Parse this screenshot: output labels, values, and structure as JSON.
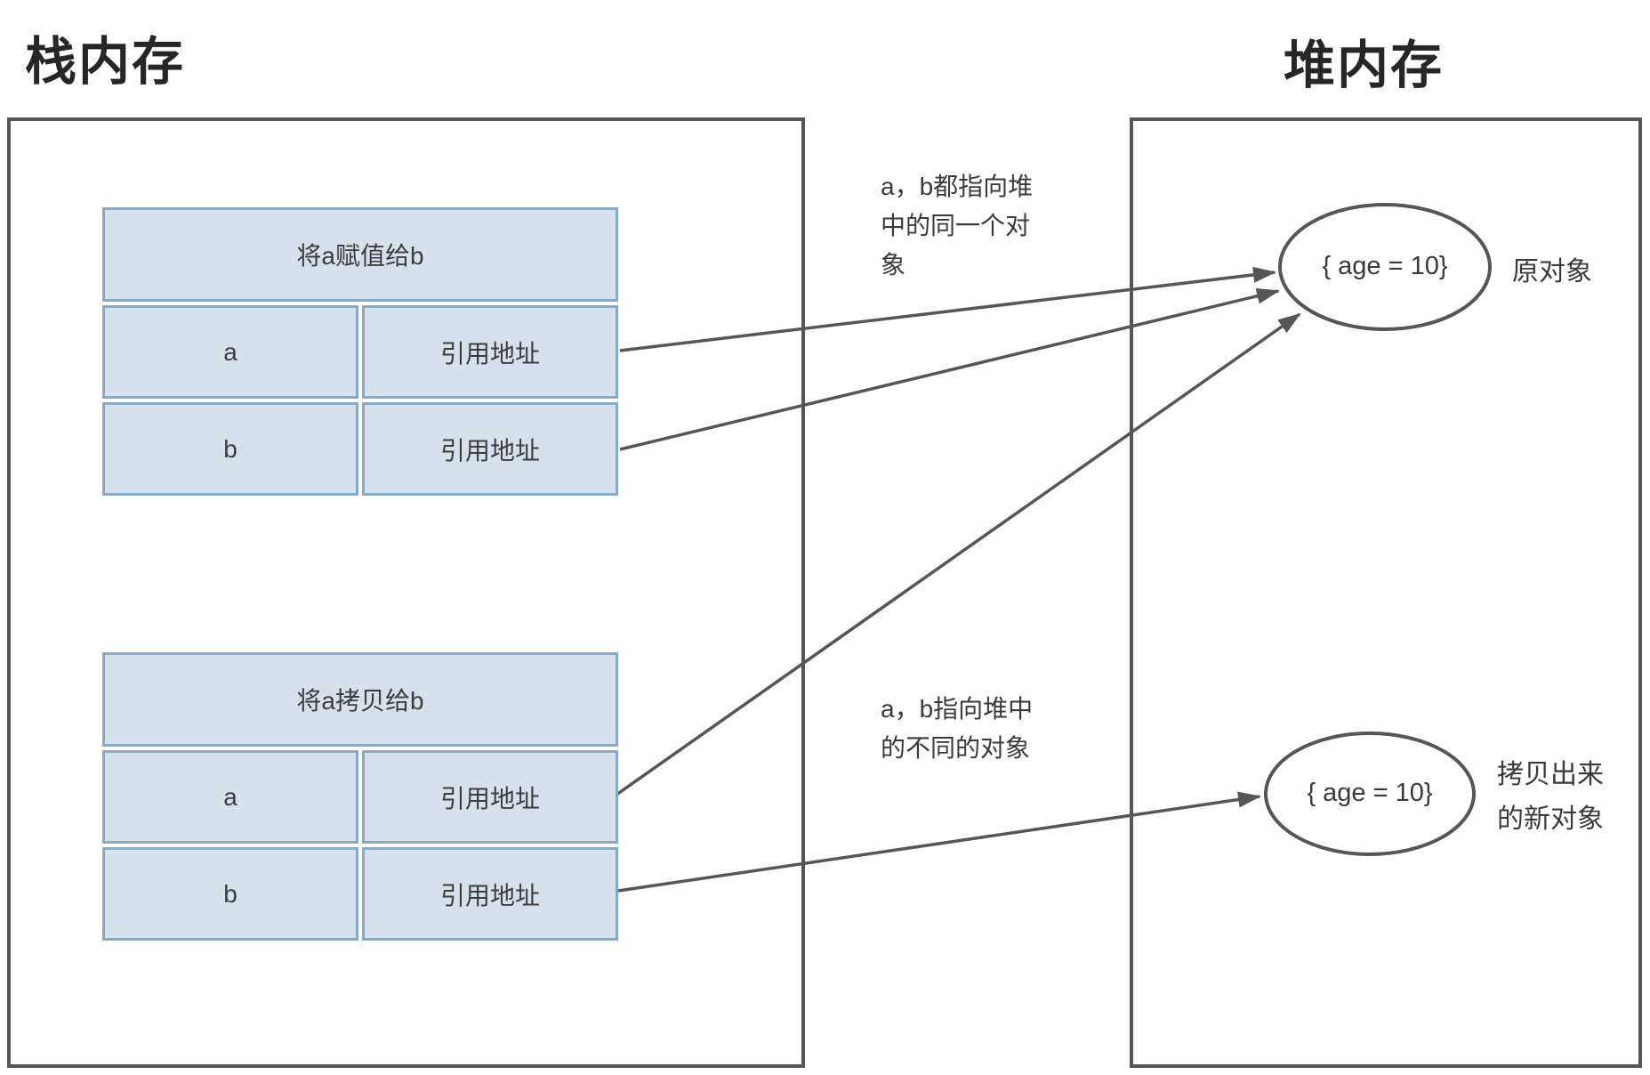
{
  "titles": {
    "stack": "栈内存",
    "heap": "堆内存"
  },
  "assign_table": {
    "header": "将a赋值给b",
    "rows": [
      {
        "name": "a",
        "value": "引用地址"
      },
      {
        "name": "b",
        "value": "引用地址"
      }
    ]
  },
  "copy_table": {
    "header": "将a拷贝给b",
    "rows": [
      {
        "name": "a",
        "value": "引用地址"
      },
      {
        "name": "b",
        "value": "引用地址"
      }
    ]
  },
  "annotations": {
    "same_object": {
      "lines": [
        "a，b都指向堆",
        "中的同一个对",
        "象"
      ]
    },
    "different_objects": {
      "lines": [
        "a，b指向堆中",
        "的不同的对象"
      ]
    }
  },
  "heap_objects": {
    "original": {
      "value": "{ age = 10}",
      "label": "原对象"
    },
    "copied": {
      "value": "{ age = 10}",
      "label_lines": [
        "拷贝出来",
        "的新对象"
      ]
    }
  },
  "colors": {
    "line": "#565656",
    "cell_fill": "#d5e1ec",
    "cell_border": "#8aa9c2",
    "ellipse_fill": "#ffffff"
  }
}
